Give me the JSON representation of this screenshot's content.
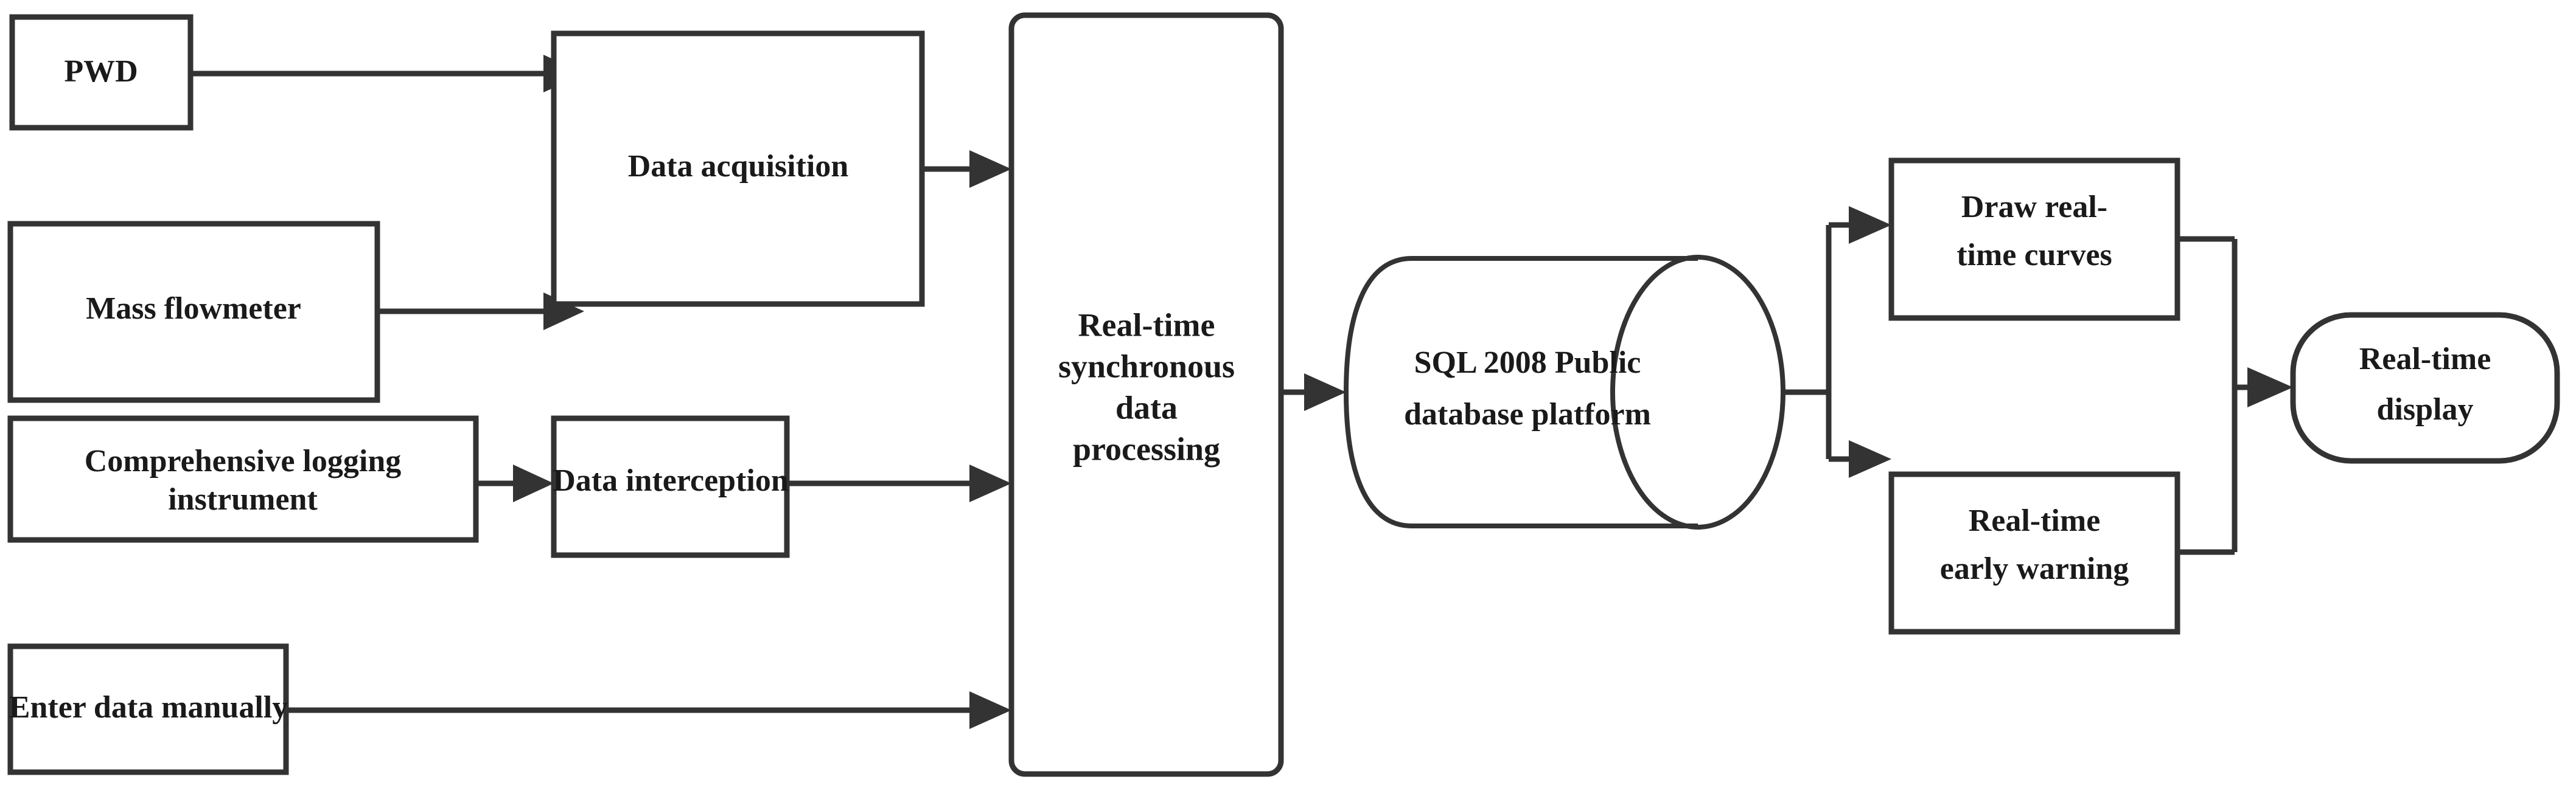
{
  "diagram": {
    "title": "Real-time data acquisition and display flowchart",
    "colors": {
      "stroke": "#333333",
      "fill": "#ffffff",
      "text": "#1a1a1a",
      "background": "#ffffff"
    },
    "nodes": {
      "pwd": {
        "label": "PWD",
        "shape": "rectangle"
      },
      "mass_flowmeter": {
        "label": "Mass flowmeter",
        "shape": "rectangle"
      },
      "comprehensive_logging_instrument": {
        "label_line1": "Comprehensive logging",
        "label_line2": "instrument",
        "shape": "rectangle"
      },
      "enter_data_manually": {
        "label": "Enter data manually",
        "shape": "rectangle"
      },
      "data_acquisition": {
        "label": "Data acquisition",
        "shape": "rectangle"
      },
      "data_interception": {
        "label": "Data interception",
        "shape": "rectangle"
      },
      "realtime_sync_processing": {
        "label_line1": "Real-time",
        "label_line2": "synchronous",
        "label_line3": "data",
        "label_line4": "processing",
        "shape": "rounded-rectangle"
      },
      "sql_database": {
        "label_line1": "SQL 2008 Public",
        "label_line2": "database platform",
        "shape": "cylinder"
      },
      "draw_realtime_curves": {
        "label_line1": "Draw real-",
        "label_line2": "time curves",
        "shape": "rectangle"
      },
      "realtime_early_warning": {
        "label_line1": "Real-time",
        "label_line2": "early warning",
        "shape": "rectangle"
      },
      "realtime_display": {
        "label_line1": "Real-time",
        "label_line2": "display",
        "shape": "stadium"
      }
    },
    "edges": [
      {
        "from": "pwd",
        "to": "data_acquisition",
        "arrow": true
      },
      {
        "from": "mass_flowmeter",
        "to": "data_acquisition",
        "arrow": true
      },
      {
        "from": "comprehensive_logging_instrument",
        "to": "data_interception",
        "arrow": true
      },
      {
        "from": "data_acquisition",
        "to": "realtime_sync_processing",
        "arrow": true
      },
      {
        "from": "data_interception",
        "to": "realtime_sync_processing",
        "arrow": true
      },
      {
        "from": "enter_data_manually",
        "to": "realtime_sync_processing",
        "arrow": true
      },
      {
        "from": "realtime_sync_processing",
        "to": "sql_database",
        "arrow": true
      },
      {
        "from": "sql_database",
        "to": "draw_realtime_curves",
        "arrow": true
      },
      {
        "from": "sql_database",
        "to": "realtime_early_warning",
        "arrow": true
      },
      {
        "from": "draw_realtime_curves",
        "to": "realtime_display",
        "arrow": true
      },
      {
        "from": "realtime_early_warning",
        "to": "realtime_display",
        "arrow": true
      }
    ]
  }
}
